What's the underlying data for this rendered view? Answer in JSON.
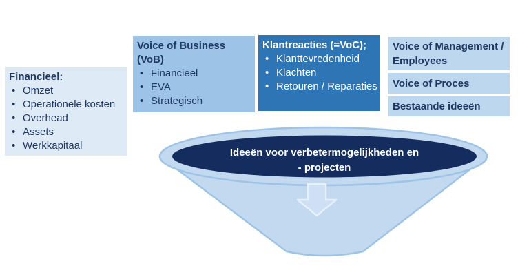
{
  "colors": {
    "navy-text": "#1F3864",
    "white-text": "#FFFFFF",
    "box-light": "#DEEAF6",
    "box-medium": "#9DC3E6",
    "box-strong": "#2E75B6",
    "box-pale": "#BDD7EE",
    "funnel-body": "#C3D9F0",
    "funnel-stroke": "#9DC3E6",
    "funnel-ellipse": "#152C5E",
    "arrow-fill": "#CEE0F5",
    "arrow-stroke": "#E7F0FB"
  },
  "boxes": {
    "financieel": {
      "header": "Financieel:",
      "items": [
        "Omzet",
        "Operationele kosten",
        "Overhead",
        "Assets",
        "Werkkapitaal"
      ]
    },
    "voice_of_business": {
      "header": "Voice of Business (VoB)",
      "items": [
        "Financieel",
        "EVA",
        "Strategisch"
      ]
    },
    "klantreacties": {
      "header": "Klantreacties (=VoC);",
      "items": [
        "Klanttevredenheid",
        "Klachten",
        "Retouren / Reparaties"
      ]
    },
    "voice_of_management": {
      "label": "Voice of Management / Employees"
    },
    "voice_of_proces": {
      "label": "Voice of Proces"
    },
    "bestaande_ideeen": {
      "label": "Bestaande ideeën"
    }
  },
  "funnel": {
    "title_line1": "Ideeën voor verbetermogelijkheden en",
    "title_line2": "- projecten"
  }
}
